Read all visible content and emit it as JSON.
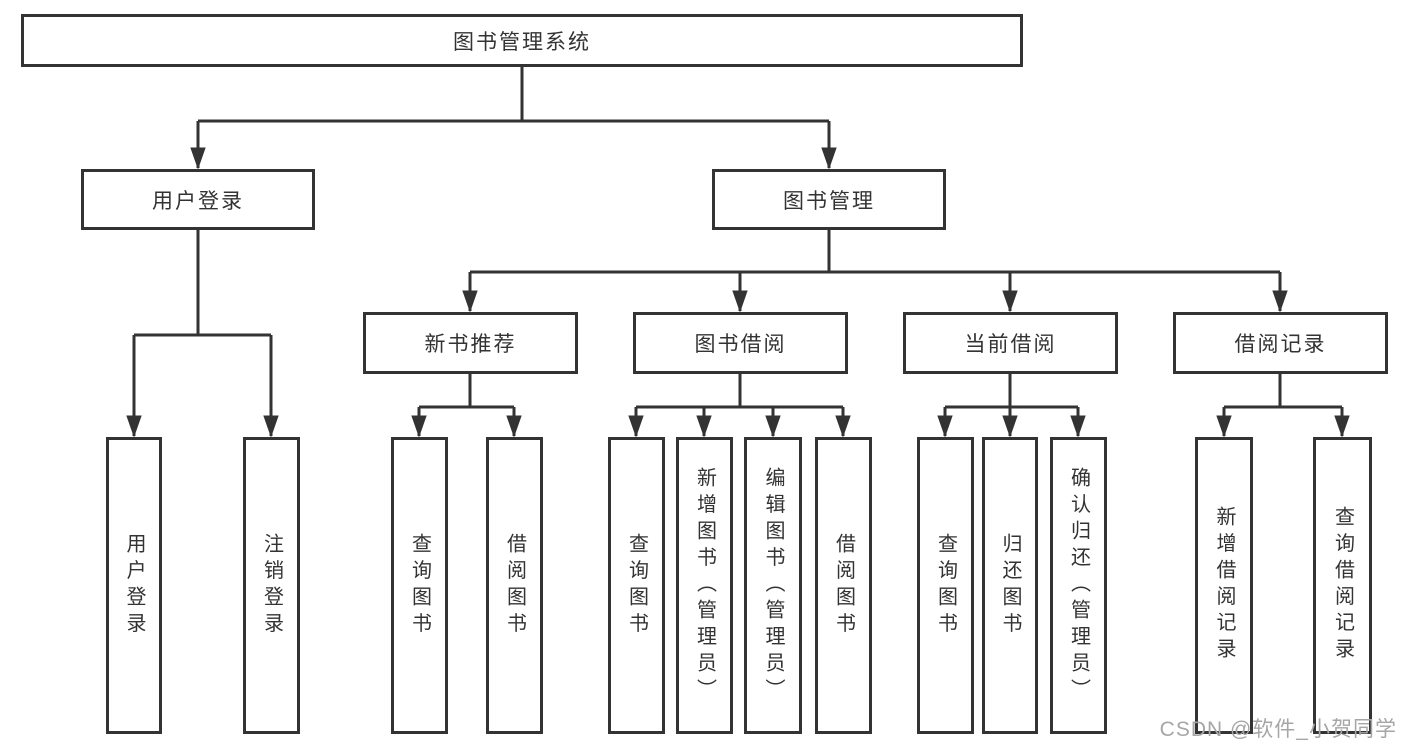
{
  "diagram": {
    "root": {
      "label": "图书管理系统"
    },
    "branches": [
      {
        "label": "用户登录",
        "children": [
          "用户登录",
          "注销登录"
        ]
      },
      {
        "label": "图书管理",
        "children": [
          {
            "label": "新书推荐",
            "children": [
              "查询图书",
              "借阅图书"
            ]
          },
          {
            "label": "图书借阅",
            "children": [
              "查询图书",
              "新增图书（管理员）",
              "编辑图书（管理员）",
              "借阅图书"
            ]
          },
          {
            "label": "当前借阅",
            "children": [
              "查询图书",
              "归还图书",
              "确认归还（管理员）"
            ]
          },
          {
            "label": "借阅记录",
            "children": [
              "新增借阅记录",
              "查询借阅记录"
            ]
          }
        ]
      }
    ]
  },
  "watermark": {
    "text": "CSDN @软件_小贺同学"
  },
  "colors": {
    "line": "#333333",
    "box_border": "#333333",
    "text": "#333333",
    "watermark_text": "#a6a6a6",
    "background": "#ffffff"
  }
}
